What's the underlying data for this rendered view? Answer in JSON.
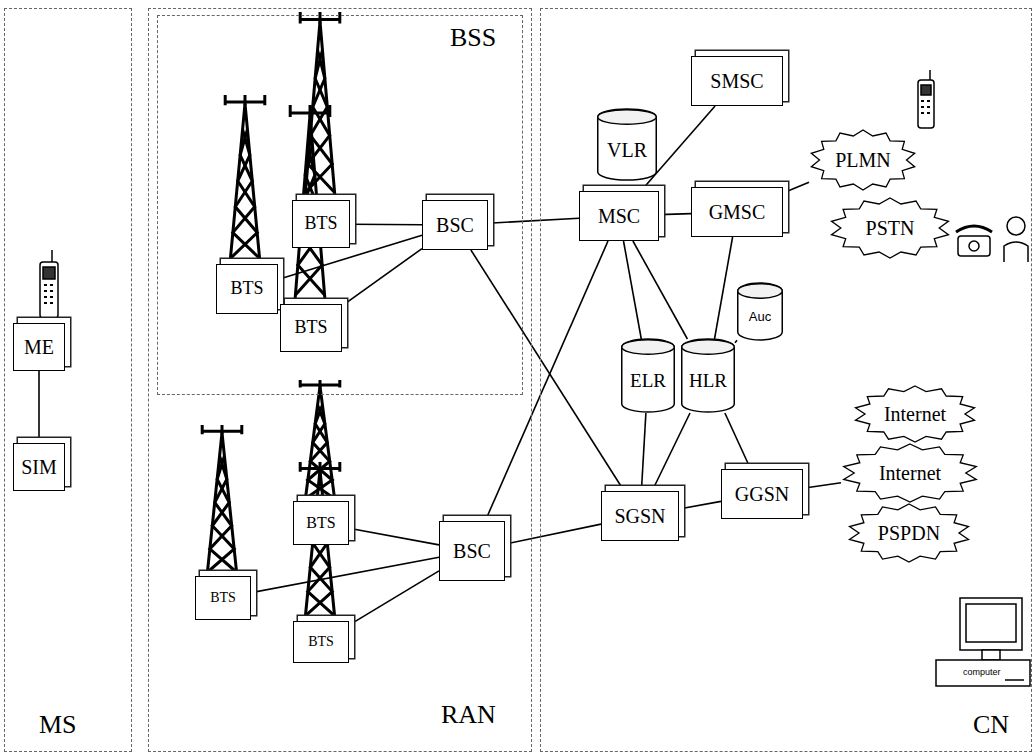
{
  "diagram": {
    "nodes": [
      {
        "text": [
          "MS"
        ]
      },
      {
        "text": [
          "ME"
        ],
        "in": 0
      },
      {
        "text": [
          "SIM"
        ],
        "in": 0
      },
      {
        "text": [
          "RAN"
        ]
      },
      {
        "text": [
          "BSS"
        ],
        "in": 3
      },
      {
        "text": [
          "BTS"
        ],
        "in": 4
      },
      {
        "text": [
          "BTS"
        ],
        "in": 4
      },
      {
        "text": [
          "BTS"
        ],
        "in": 4
      },
      {
        "text": [
          "BSC"
        ],
        "in": 4
      },
      {
        "text": [
          "BTS"
        ],
        "in": 3
      },
      {
        "text": [
          "BTS"
        ],
        "in": 3
      },
      {
        "text": [
          "BTS"
        ],
        "in": 3
      },
      {
        "text": [
          "BSC"
        ],
        "in": 3
      },
      {
        "text": [
          "CN"
        ]
      },
      {
        "text": [
          "SMSC"
        ],
        "in": 13
      },
      {
        "text": [
          "VLR"
        ],
        "in": 13
      },
      {
        "text": [
          "MSC"
        ],
        "in": 13
      },
      {
        "text": [
          "GMSC"
        ],
        "in": 13
      },
      {
        "text": [
          "PLMN"
        ],
        "in": 13
      },
      {
        "text": [
          "PSTN"
        ],
        "in": 13
      },
      {
        "text": [
          "Auc"
        ],
        "in": 13
      },
      {
        "text": [
          "ELR"
        ],
        "in": 13
      },
      {
        "text": [
          "HLR"
        ],
        "in": 13
      },
      {
        "text": [
          "Internet"
        ],
        "in": 13
      },
      {
        "text": [
          "SGSN"
        ],
        "in": 13
      },
      {
        "text": [
          "GGSN"
        ],
        "in": 13
      },
      {
        "text": [
          "Internet"
        ],
        "in": 13
      },
      {
        "text": [
          "PSPDN"
        ],
        "in": 13
      }
    ],
    "edges": [
      {
        "from": 1,
        "to": 2,
        "arrow": "none"
      },
      {
        "from": 5,
        "to": 8,
        "arrow": "none"
      },
      {
        "from": 6,
        "to": 8,
        "arrow": "none"
      },
      {
        "from": 7,
        "to": 8,
        "arrow": "none"
      },
      {
        "from": 8,
        "to": 16,
        "arrow": "none"
      },
      {
        "from": 8,
        "to": 24,
        "arrow": "none"
      },
      {
        "from": 9,
        "to": 12,
        "arrow": "none"
      },
      {
        "from": 10,
        "to": 12,
        "arrow": "none"
      },
      {
        "from": 11,
        "to": 12,
        "arrow": "none"
      },
      {
        "from": 12,
        "to": 16,
        "arrow": "none"
      },
      {
        "from": 12,
        "to": 24,
        "arrow": "none"
      },
      {
        "from": 14,
        "to": 16,
        "arrow": "none"
      },
      {
        "from": 16,
        "to": 17,
        "arrow": "none"
      },
      {
        "from": 17,
        "to": 18,
        "arrow": "none"
      },
      {
        "from": 16,
        "to": 21,
        "arrow": "none"
      },
      {
        "from": 16,
        "to": 22,
        "arrow": "none"
      },
      {
        "from": 17,
        "to": 22,
        "arrow": "none"
      },
      {
        "from": 20,
        "to": 22,
        "arrow": "none"
      },
      {
        "from": 21,
        "to": 24,
        "arrow": "none"
      },
      {
        "from": 22,
        "to": 24,
        "arrow": "none"
      },
      {
        "from": 22,
        "to": 25,
        "arrow": "none"
      },
      {
        "from": 24,
        "to": 25,
        "arrow": "none"
      },
      {
        "from": 25,
        "to": 26,
        "arrow": "none"
      }
    ],
    "labels": [
      "computer"
    ]
  }
}
